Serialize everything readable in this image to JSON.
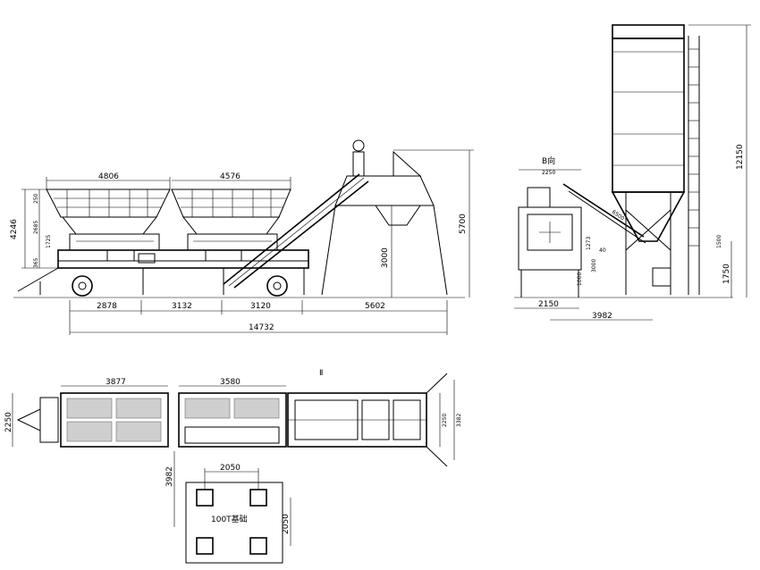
{
  "side_view": {
    "hopper1_width": "4806",
    "hopper2_width": "4576",
    "overall_height": "4246",
    "small_a": "250",
    "small_b": "2685",
    "small_c": "1725",
    "small_d": "365",
    "mixer_height": "3000",
    "discharge_height": "5700",
    "dim_1": "2878",
    "dim_2": "3132",
    "dim_3": "3120",
    "dim_4": "5602",
    "total_length": "14732"
  },
  "end_view": {
    "section_label": "B向",
    "top_width": "2250",
    "base_width": "2150",
    "silo_offset": "3982",
    "silo_height": "12150",
    "base_height": "1750",
    "conveyor_len": "6500",
    "small_h1": "1273",
    "small_h2": "1000",
    "small_h3": "1500",
    "small_angle": "40",
    "small_gap": "3000"
  },
  "plan_view": {
    "section_label": "Ⅱ",
    "bin1_length": "3877",
    "bin2_length": "3580",
    "width": "2250",
    "right_inner": "2250",
    "right_outer": "3382"
  },
  "foundation_view": {
    "offset": "3982",
    "width": "2050",
    "depth": "2050",
    "label": "100T基础"
  }
}
